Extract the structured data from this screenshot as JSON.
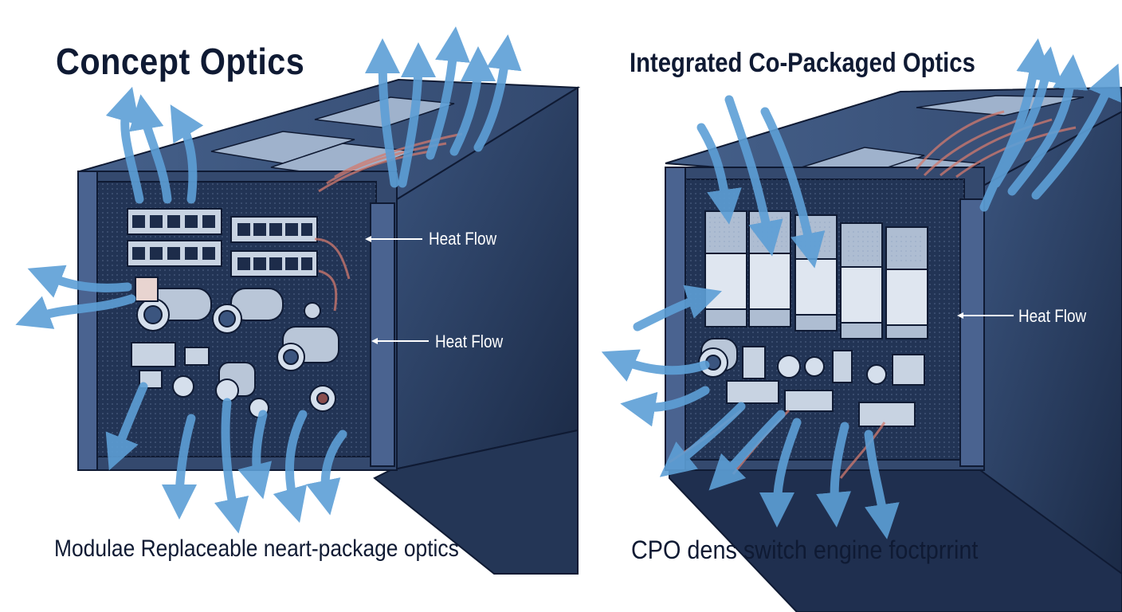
{
  "left_panel": {
    "title": "Concept Optics",
    "heat_flow_label_top": "Heat Flow",
    "heat_flow_label_bottom": "Heat Flow",
    "caption": "Modulae Replaceable neart-package optics"
  },
  "right_panel": {
    "title": "Integrated Co-Packaged Optics",
    "heat_flow_label": "Heat Flow",
    "caption": "CPO dens switch engine foctprrint"
  },
  "colors": {
    "chassis": "#2e4468",
    "chassis_dark": "#1d2c4a",
    "board": "#26385a",
    "airflow_cool": "#5d9fd6",
    "airflow_warm": "#d27a6e",
    "text": "#0f1a33"
  }
}
